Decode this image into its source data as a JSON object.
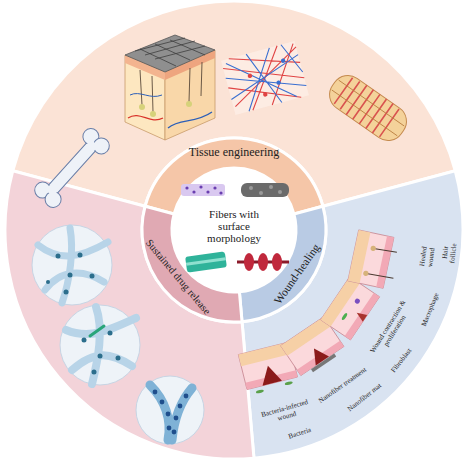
{
  "diagram": {
    "nodes": [
      {
        "text": [
          "Fibers with surface morphology"
        ]
      },
      {
        "text": [
          "Tissue engineering"
        ]
      },
      {
        "text": [
          "Wound-healing"
        ]
      },
      {
        "text": [
          "Sustained drug release"
        ]
      }
    ],
    "labels": [
      "Healed wound",
      "Hair follicle",
      "Wound contraction & proliferation",
      "Macrophage",
      "Fibroblast",
      "Nanofiber mat",
      "Nanofiber treatment",
      "Bacteria-infected wound",
      "Bacteria"
    ]
  }
}
